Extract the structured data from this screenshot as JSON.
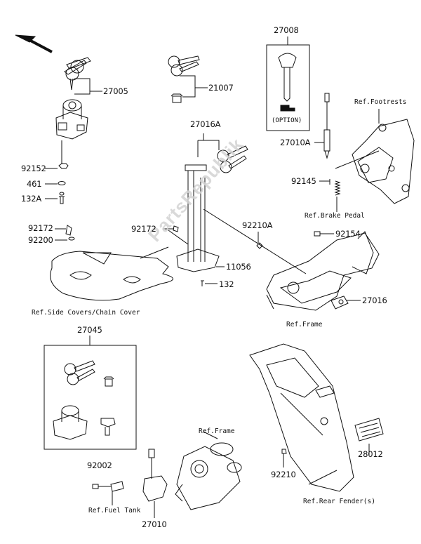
{
  "part_numbers": {
    "p27008": "27008",
    "p27005": "27005",
    "p21007": "21007",
    "p27016A": "27016A",
    "p27010A": "27010A",
    "p92152": "92152",
    "p461": "461",
    "p132A": "132A",
    "p92145": "92145",
    "p92172a": "92172",
    "p92200": "92200",
    "p92172b": "92172",
    "p92210A": "92210A",
    "p92154": "92154",
    "p11056": "11056",
    "p132": "132",
    "p27016": "27016",
    "p27045": "27045",
    "p92002": "92002",
    "p28012": "28012",
    "p92210": "92210",
    "p27010": "27010"
  },
  "references": {
    "footrests": "Ref.Footrests",
    "brake_pedal": "Ref.Brake Pedal",
    "side_covers": "Ref.Side Covers/Chain Cover",
    "frame_right": "Ref.Frame",
    "frame_bottom": "Ref.Frame",
    "fuel_tank": "Ref.Fuel Tank",
    "rear_fender": "Ref.Rear Fender(s)"
  },
  "option_label": "(OPTION)",
  "watermark": "PartsRepublik",
  "icons": {
    "direction_arrow": "arrow-up-left-icon"
  }
}
